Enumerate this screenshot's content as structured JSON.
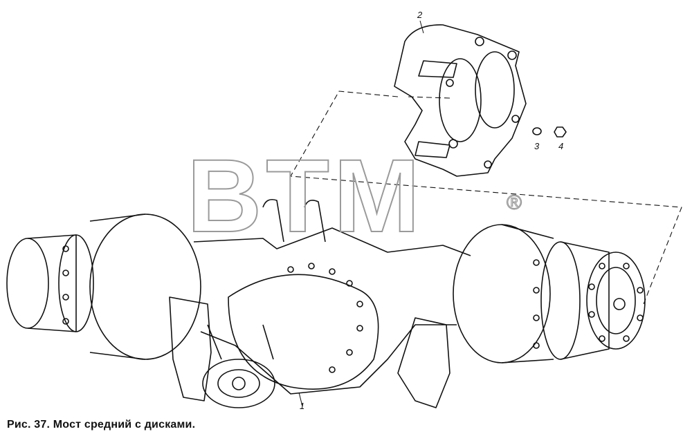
{
  "callouts": {
    "c1": "1",
    "c2": "2",
    "c3": "3",
    "c4": "4"
  },
  "caption": "Рис. 37. Мост средний с дисками.",
  "watermark": {
    "text": "BTM",
    "mark": "®"
  }
}
